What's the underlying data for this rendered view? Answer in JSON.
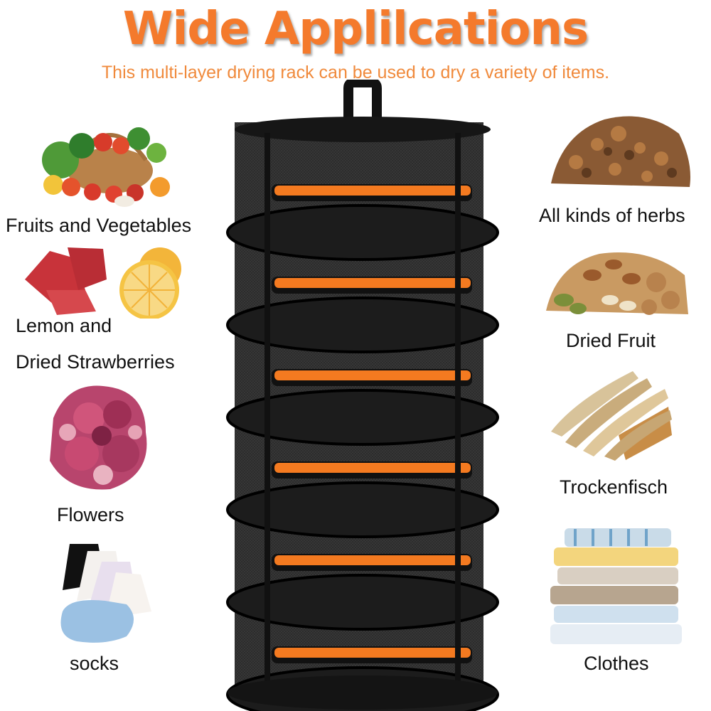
{
  "header": {
    "title": "Wide Applilcations",
    "subtitle": "This multi-layer drying rack can be used to dry a variety of items."
  },
  "left_items": [
    {
      "label": "Fruits and Vegetables",
      "icon": "fruits-vegetables-basket"
    },
    {
      "label_line1": "Lemon and",
      "label_line2": "Dried Strawberries",
      "icon": "lemon-strawberry-slices"
    },
    {
      "label": "Flowers",
      "icon": "dried-rose-petals"
    },
    {
      "label": "socks",
      "icon": "socks-stack"
    }
  ],
  "right_items": [
    {
      "label": "All kinds of herbs",
      "icon": "dried-herbs-pile"
    },
    {
      "label": "Dried Fruit",
      "icon": "mixed-nuts-pile"
    },
    {
      "label": "Trockenfisch",
      "icon": "dried-fish"
    },
    {
      "label": "Clothes",
      "icon": "folded-clothes-stack"
    }
  ],
  "rack": {
    "tiers": 6,
    "mesh_color": "#1c1c1c",
    "zipper_color": "#f47a20"
  },
  "colors": {
    "accent": "#f47a2c"
  }
}
